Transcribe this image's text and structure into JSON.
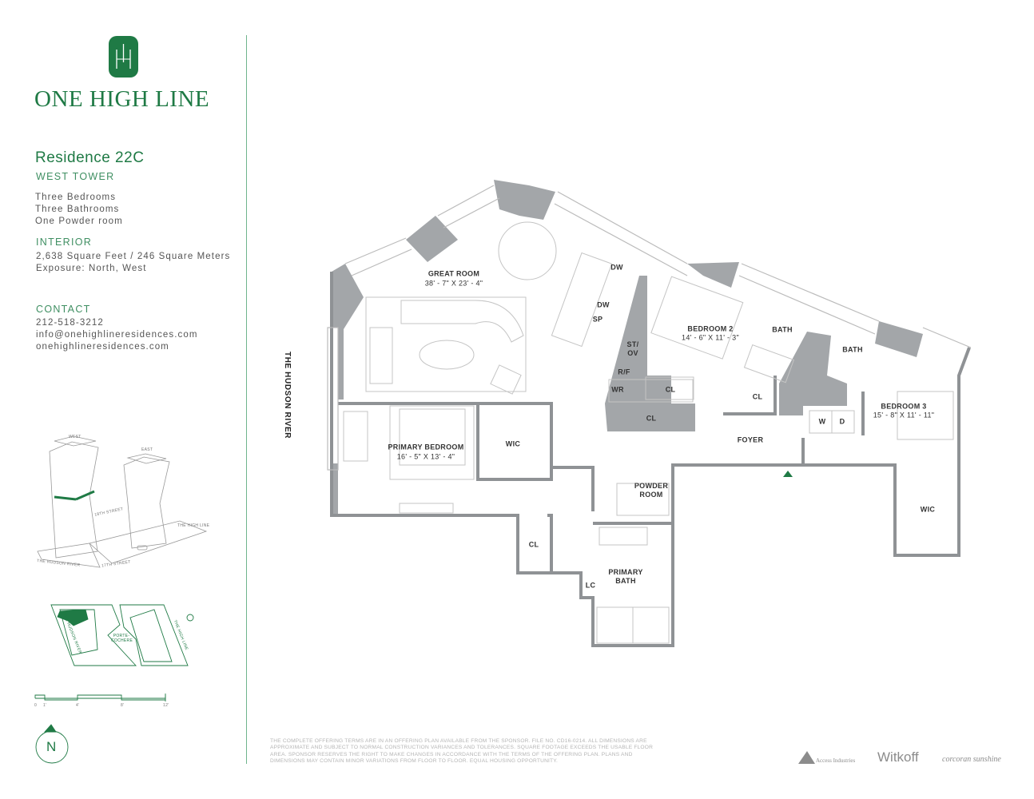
{
  "brand": {
    "name": "ONE HIGH LINE",
    "color": "#1f7a45"
  },
  "residence": {
    "title": "Residence 22C",
    "tower": "WEST TOWER",
    "features": [
      "Three Bedrooms",
      "Three Bathrooms",
      "One Powder room"
    ],
    "interior_heading": "INTERIOR",
    "interior": [
      "2,638 Square Feet / 246 Square Meters",
      "Exposure: North, West"
    ],
    "contact_heading": "CONTACT",
    "contact": [
      "212-518-3212",
      "info@onehighlineresidences.com",
      "onehighlineresidences.com"
    ]
  },
  "axonometric": {
    "labels": [
      "WEST",
      "EAST",
      "18TH STREET",
      "THE HIGH LINE",
      "THE HUDSON RIVER",
      "17TH STREET"
    ]
  },
  "site_plan": {
    "labels": [
      "THE HUDSON RIVER",
      "PORTE-COCHERE",
      "THE HIGH LINE"
    ]
  },
  "scale_bar": {
    "ticks": [
      "0",
      "1'",
      "4'",
      "8'",
      "12'"
    ]
  },
  "compass": {
    "label": "N"
  },
  "floorplan": {
    "river_label": "THE HUDSON RIVER",
    "rooms": {
      "great_room": {
        "name": "GREAT ROOM",
        "dims": "38' - 7\" X 23' - 4\""
      },
      "bedroom2": {
        "name": "BEDROOM 2",
        "dims": "14' - 6\" X 11' - 3\""
      },
      "bedroom3": {
        "name": "BEDROOM 3",
        "dims": "15' - 8\" X 11' - 11\""
      },
      "primary_bedroom": {
        "name": "PRIMARY BEDROOM",
        "dims": "16' - 5\" X 13' - 4\""
      },
      "bath1": "BATH",
      "bath2": "BATH",
      "foyer": "FOYER",
      "wic1": "WIC",
      "wic2": "WIC",
      "powder": "POWDER ROOM",
      "primary_bath": "PRIMARY BATH",
      "cl1": "CL",
      "cl2": "CL",
      "cl3": "CL",
      "cl4": "CL",
      "lc": "LC",
      "w": "W",
      "d": "D"
    },
    "appliances": {
      "dw1": "DW",
      "dw2": "DW",
      "sp": "SP",
      "stov": "ST/ OV",
      "rf": "R/F",
      "wr": "WR"
    }
  },
  "disclaimer": "THE COMPLETE OFFERING TERMS ARE IN AN OFFERING PLAN AVAILABLE FROM THE SPONSOR. FILE NO. CD16-0214. ALL DIMENSIONS ARE APPROXIMATE AND SUBJECT TO NORMAL CONSTRUCTION VARIANCES AND TOLERANCES. SQUARE FOOTAGE EXCEEDS THE USABLE FLOOR AREA. SPONSOR RESERVES THE RIGHT TO MAKE CHANGES IN ACCORDANCE WITH THE TERMS OF THE OFFERING PLAN. PLANS AND DIMENSIONS MAY CONTAIN MINOR VARIATIONS FROM FLOOR TO FLOOR. EQUAL HOUSING OPPORTUNITY.",
  "partners": [
    "Access Industries",
    "Witkoff",
    "corcoran sunshine"
  ]
}
